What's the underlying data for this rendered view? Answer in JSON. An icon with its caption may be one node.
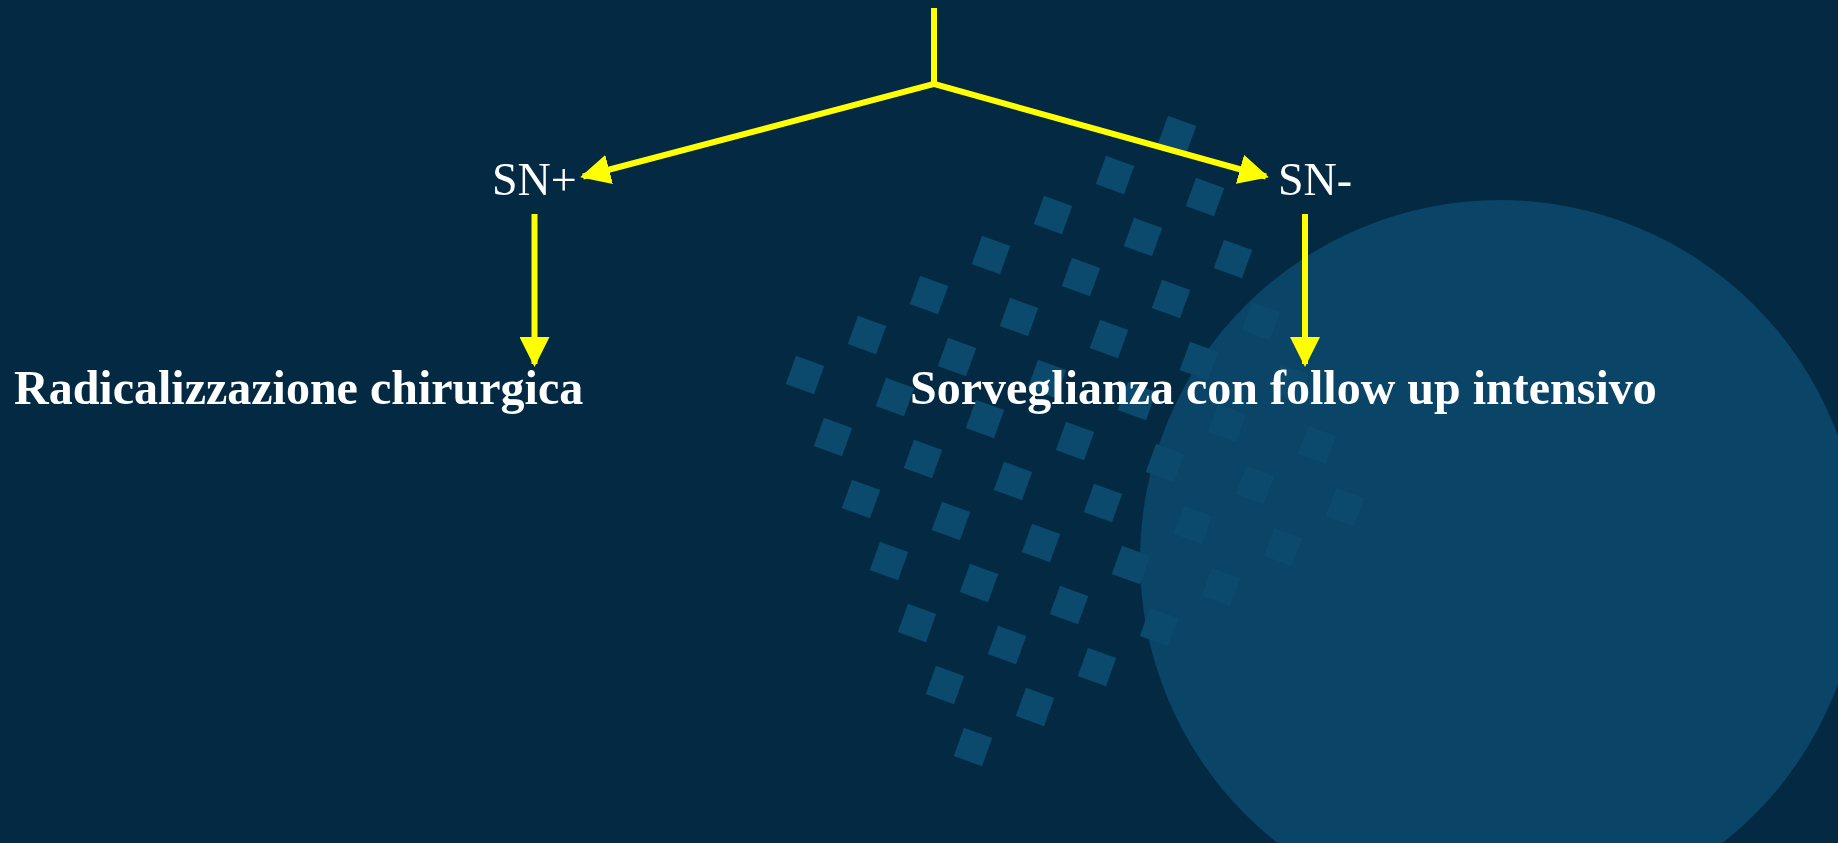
{
  "diagram": {
    "nodes": [
      {
        "text": [
          "SN+"
        ]
      },
      {
        "text": [
          "SN-"
        ]
      },
      {
        "text": [
          "Radicalizzazione chirurgica"
        ]
      },
      {
        "text": [
          "Sorveglianza con follow up intensivo"
        ]
      }
    ],
    "edges": [
      {
        "from": null,
        "to": 0,
        "arrow": "to"
      },
      {
        "from": null,
        "to": 1,
        "arrow": "to"
      },
      {
        "from": 0,
        "to": 2,
        "arrow": "to"
      },
      {
        "from": 1,
        "to": 3,
        "arrow": "to"
      }
    ]
  }
}
